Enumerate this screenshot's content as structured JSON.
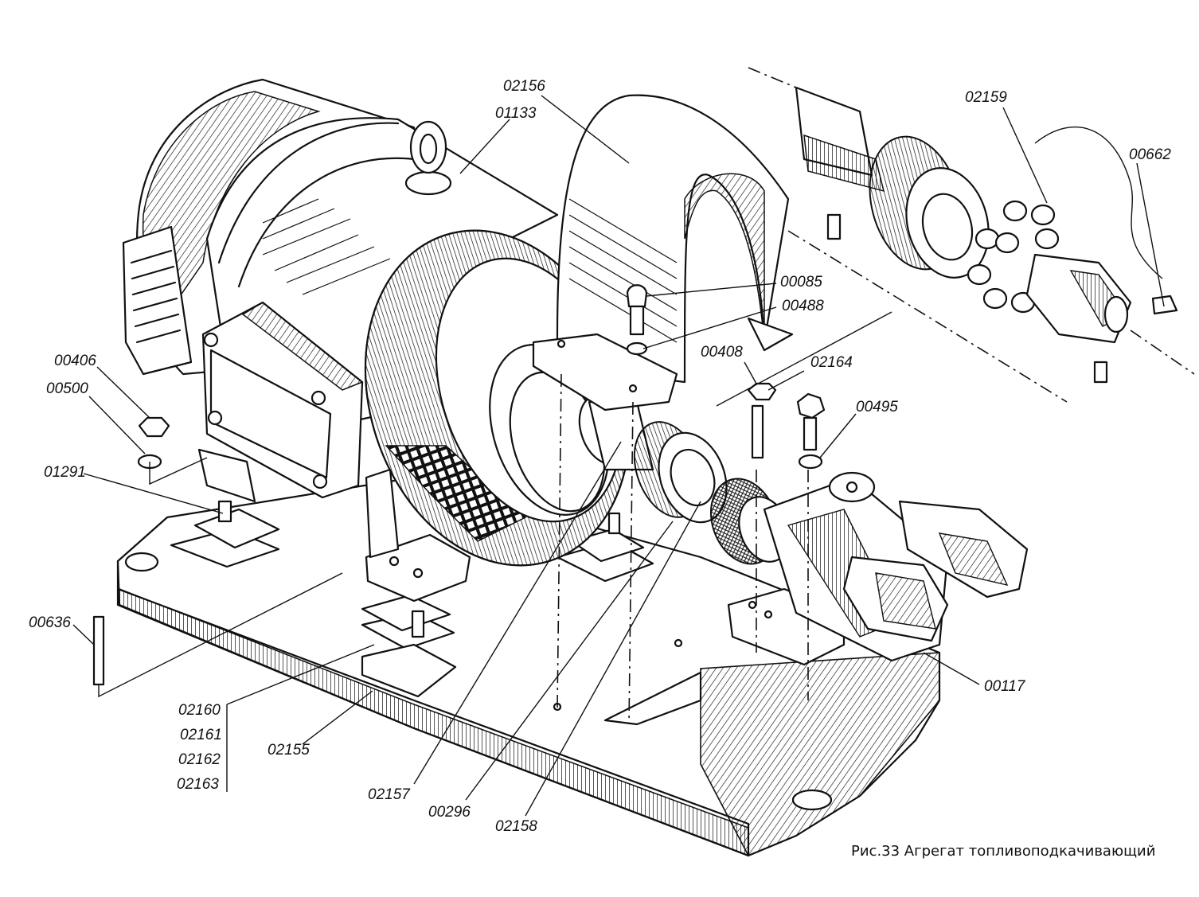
{
  "figure": {
    "caption": "Рис.33 Агрегат топливоподкачивающий",
    "callouts": [
      {
        "id": "02156",
        "text": "02156"
      },
      {
        "id": "01133",
        "text": "01133"
      },
      {
        "id": "02159",
        "text": "02159"
      },
      {
        "id": "00662",
        "text": "00662"
      },
      {
        "id": "00085",
        "text": "00085"
      },
      {
        "id": "00488",
        "text": "00488"
      },
      {
        "id": "00406",
        "text": "00406"
      },
      {
        "id": "00500",
        "text": "00500"
      },
      {
        "id": "00408",
        "text": "00408"
      },
      {
        "id": "02164",
        "text": "02164"
      },
      {
        "id": "00495",
        "text": "00495"
      },
      {
        "id": "01291",
        "text": "01291"
      },
      {
        "id": "00636",
        "text": "00636"
      },
      {
        "id": "00117",
        "text": "00117"
      },
      {
        "id": "02160",
        "text": "02160"
      },
      {
        "id": "02161",
        "text": "02161"
      },
      {
        "id": "02162",
        "text": "02162"
      },
      {
        "id": "02163",
        "text": "02163"
      },
      {
        "id": "02155",
        "text": "02155"
      },
      {
        "id": "02157",
        "text": "02157"
      },
      {
        "id": "00296",
        "text": "00296"
      },
      {
        "id": "02158",
        "text": "02158"
      }
    ]
  }
}
